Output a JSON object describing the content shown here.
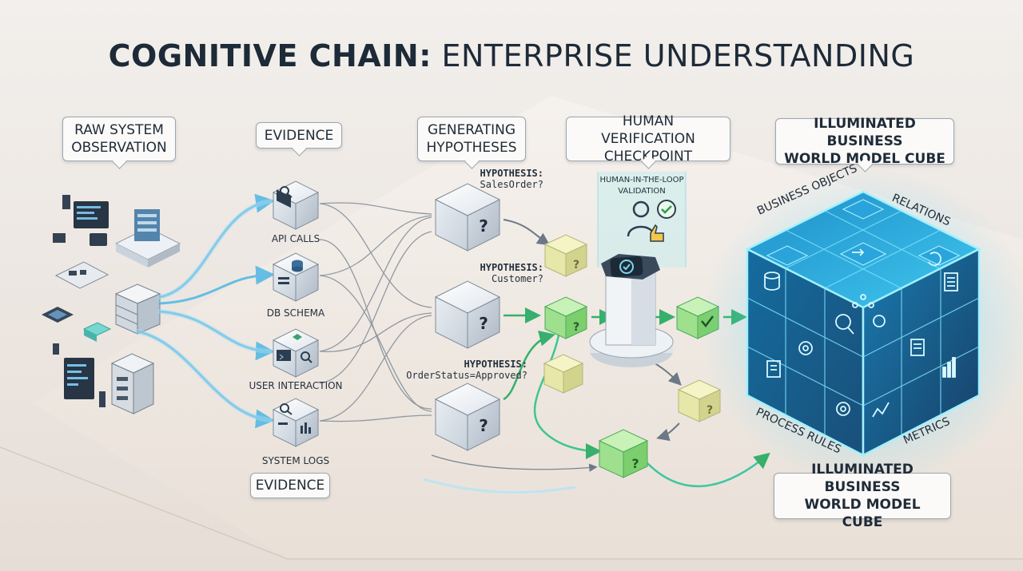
{
  "title": {
    "bold": "COGNITIVE CHAIN:",
    "rest": " ENTERPRISE UNDERSTANDING"
  },
  "stages": {
    "raw": "RAW SYSTEM\nOBSERVATION",
    "evidence_top": "EVIDENCE",
    "hypotheses": "GENERATING\nHYPOTHESES",
    "verification": "HUMAN VERIFICATION\nCHECKPOINT",
    "cube_top": "ILLUMINATED BUSINESS\nWORLD MODEL CUBE",
    "evidence_bottom": "EVIDENCE",
    "cube_bottom": "ILLUMINATED BUSINESS\nWORLD MODEL CUBE"
  },
  "evidence_items": [
    "API CALLS",
    "DB SCHEMA",
    "USER INTERACTION",
    "SYSTEM LOGS"
  ],
  "hypotheses": [
    {
      "key": "HYPOTHESIS:",
      "value": "SalesOrder?"
    },
    {
      "key": "HYPOTHESIS:",
      "value": "Customer?"
    },
    {
      "key": "HYPOTHESIS:",
      "value": "OrderStatus=Approved?"
    }
  ],
  "hitl": "HUMAN-IN-THE-LOOP\nVALIDATION",
  "cube_faces": {
    "business_objects": "BUSINESS OBJECTS",
    "relations": "RELATIONS",
    "process_rules": "PROCESS RULES",
    "metrics": "METRICS"
  },
  "icons": [
    "search-icon",
    "terminal-icon",
    "database-icon",
    "document-icon",
    "check-icon",
    "thumbs-up-icon",
    "gear-icon",
    "chart-icon"
  ],
  "colors": {
    "accent_blue": "#3aa8e0",
    "green": "#3cb371",
    "cube_glow": "#35d0f0",
    "yellow_cube": "#e9eb9c"
  }
}
